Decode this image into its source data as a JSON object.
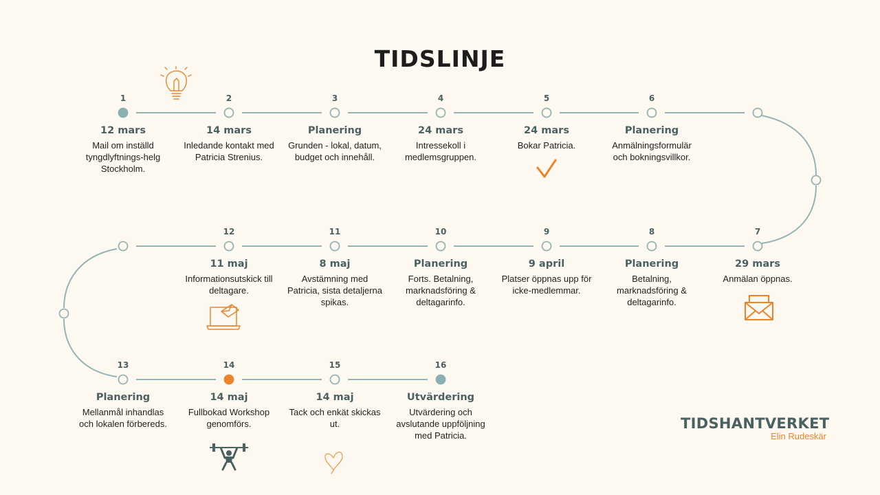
{
  "title": "TIDSLINJE",
  "colors": {
    "line": "#94b3b5",
    "teal": "#4a6164",
    "fill_teal": "#8ab0b2",
    "orange": "#e9852d",
    "bg": "#fdf9f0"
  },
  "steps": [
    {
      "n": "1",
      "date": "12 mars",
      "text": "Mail om inställd tyngdlyftnings-helg Stockholm.",
      "marker": "filled-teal"
    },
    {
      "n": "2",
      "date": "14 mars",
      "text": "Inledande kontakt med Patricia Strenius.",
      "marker": "hollow"
    },
    {
      "n": "3",
      "date": "Planering",
      "text": "Grunden - lokal, datum, budget och innehåll.",
      "marker": "hollow"
    },
    {
      "n": "4",
      "date": "24 mars",
      "text": "Intressekoll i medlemsgruppen.",
      "marker": "hollow"
    },
    {
      "n": "5",
      "date": "24 mars",
      "text": "Bokar Patricia.",
      "marker": "hollow"
    },
    {
      "n": "6",
      "date": "Planering",
      "text": "Anmälningsformulär och bokningsvillkor.",
      "marker": "hollow"
    },
    {
      "n": "7",
      "date": "29 mars",
      "text": "Anmälan öppnas.",
      "marker": "hollow"
    },
    {
      "n": "8",
      "date": "Planering",
      "text": "Betalning, marknadsföring & deltagarinfo.",
      "marker": "hollow"
    },
    {
      "n": "9",
      "date": "9 april",
      "text": "Platser öppnas upp för icke-medlemmar.",
      "marker": "hollow"
    },
    {
      "n": "10",
      "date": "Planering",
      "text": "Forts. Betalning, marknadsföring & deltagarinfo.",
      "marker": "hollow"
    },
    {
      "n": "11",
      "date": "8 maj",
      "text": "Avstämning med Patricia, sista detaljerna spikas.",
      "marker": "hollow"
    },
    {
      "n": "12",
      "date": "11 maj",
      "text": "Informationsutskick till deltagare.",
      "marker": "hollow"
    },
    {
      "n": "13",
      "date": "Planering",
      "text": "Mellanmål inhandlas och lokalen förbereds.",
      "marker": "hollow"
    },
    {
      "n": "14",
      "date": "14 maj",
      "text": "Fullbokad Workshop genomförs.",
      "marker": "filled-orange"
    },
    {
      "n": "15",
      "date": "14 maj",
      "text": "Tack och enkät skickas ut.",
      "marker": "hollow"
    },
    {
      "n": "16",
      "date": "Utvärdering",
      "text": "Utvärdering och avslutande uppföljning med Patricia.",
      "marker": "filled-teal"
    }
  ],
  "icons": [
    "lightbulb-icon",
    "checkmark-icon",
    "envelope-icon",
    "laptop-mail-icon",
    "weightlifter-icon",
    "heart-icon"
  ],
  "brand": {
    "name": "TIDSHANTVERKET",
    "subtitle": "Elin Rudeskär"
  }
}
